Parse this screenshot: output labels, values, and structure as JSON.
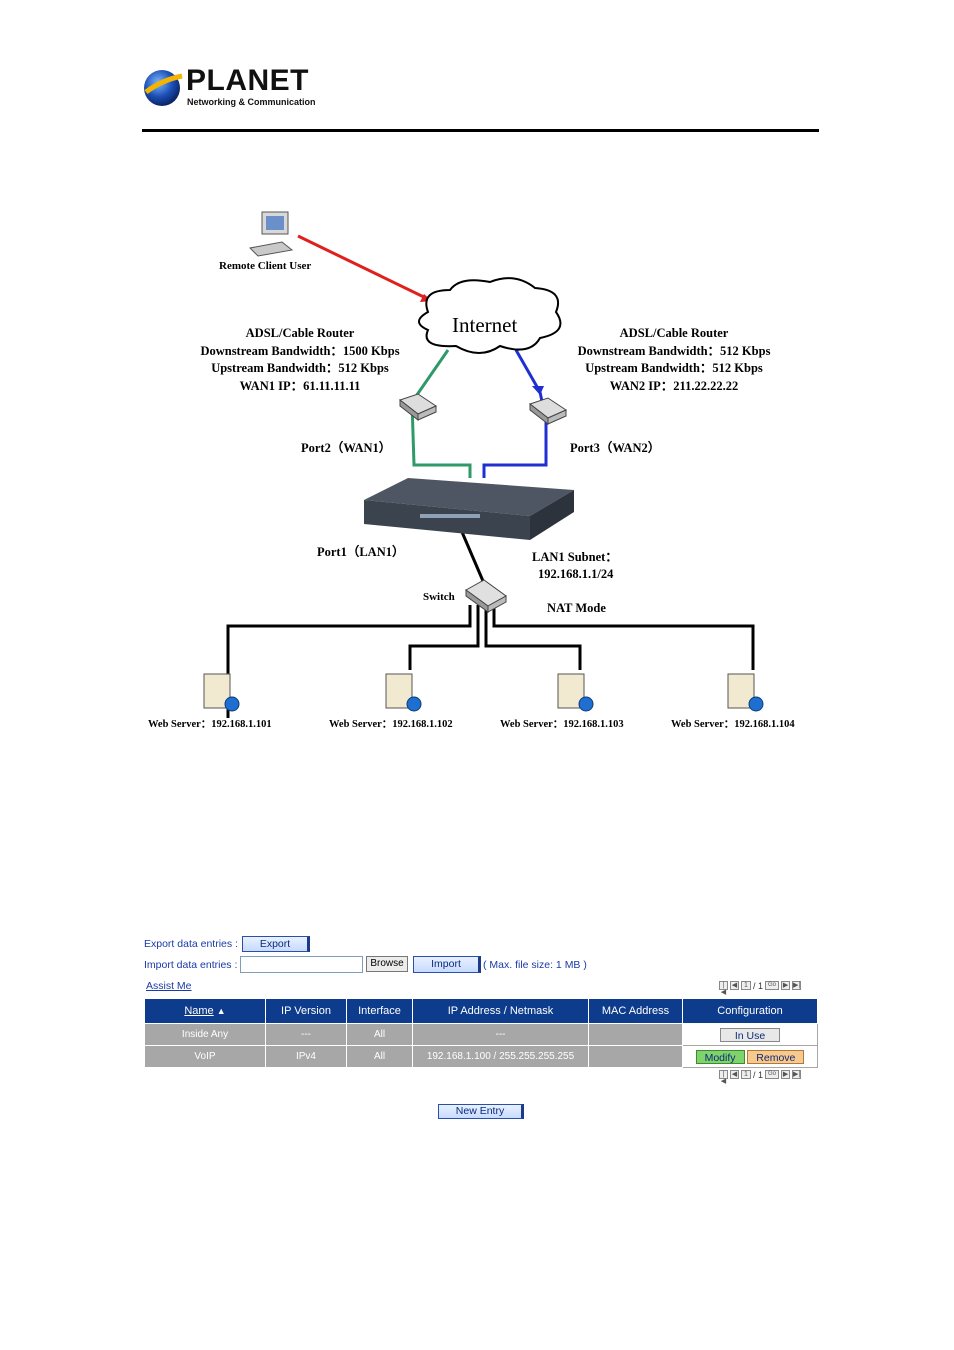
{
  "header": {
    "brand": "PLANET",
    "tagline": "Networking & Communication"
  },
  "diagram": {
    "remote_client": "Remote Client User",
    "internet": "Internet",
    "router_left": {
      "title": "ADSL/Cable Router",
      "down": "Downstream Bandwidth：1500 Kbps",
      "up": "Upstream Bandwidth：512 Kbps",
      "ip": "WAN1 IP：61.11.11.11"
    },
    "router_right": {
      "title": "ADSL/Cable Router",
      "down": "Downstream Bandwidth：512 Kbps",
      "up": "Upstream Bandwidth：512 Kbps",
      "ip": "WAN2 IP：211.22.22.22"
    },
    "port2": "Port2（WAN1）",
    "port3": "Port3（WAN2）",
    "port1": "Port1（LAN1）",
    "lan_subnet_label": "LAN1 Subnet：",
    "lan_subnet_value": "192.168.1.1/24",
    "switch": "Switch",
    "nat_mode": "NAT Mode",
    "servers": [
      "Web Server：192.168.1.101",
      "Web Server：192.168.1.102",
      "Web Server：192.168.1.103",
      "Web Server：192.168.1.104"
    ],
    "colors": {
      "remote_link": "#e0201c",
      "wan1_link": "#2e9a6a",
      "wan2_link": "#1f2fd0"
    }
  },
  "panel": {
    "export_label": "Export data entries :",
    "export_button": "Export",
    "import_label": "Import data entries :",
    "import_value": "",
    "browse_button": "Browse",
    "import_button": "Import",
    "import_note": "( Max. file size: 1 MB )",
    "assist_link": "Assist Me",
    "pager": {
      "page": "1",
      "total": "/ 1",
      "go": "Go"
    },
    "table": {
      "headers": [
        "Name",
        "IP Version",
        "Interface",
        "IP Address / Netmask",
        "MAC Address",
        "Configuration"
      ],
      "rows": [
        {
          "name": "Inside Any",
          "ip_version": "---",
          "interface": "All",
          "address": "---",
          "mac": "",
          "actions": [
            "In Use"
          ]
        },
        {
          "name": "VoIP",
          "ip_version": "IPv4",
          "interface": "All",
          "address": "192.168.1.100 / 255.255.255.255",
          "mac": "",
          "actions": [
            "Modify",
            "Remove"
          ]
        }
      ]
    },
    "new_entry_button": "New Entry"
  }
}
